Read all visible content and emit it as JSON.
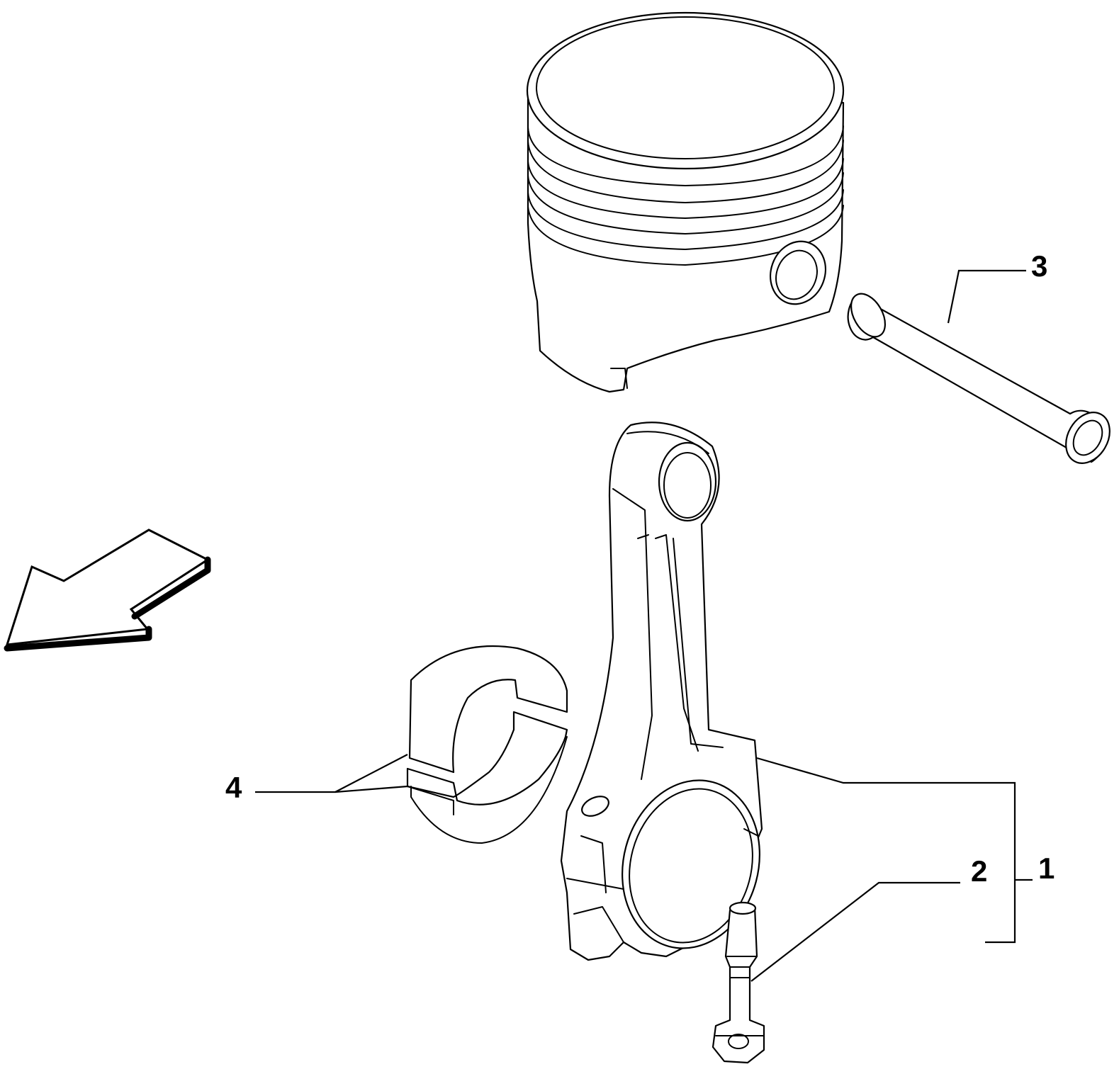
{
  "callouts": {
    "c1": "1",
    "c2": "2",
    "c3": "3",
    "c4": "4"
  },
  "colors": {
    "line": "#000000",
    "background": "#ffffff"
  },
  "icons": {
    "direction": "arrow-down-left-icon"
  }
}
